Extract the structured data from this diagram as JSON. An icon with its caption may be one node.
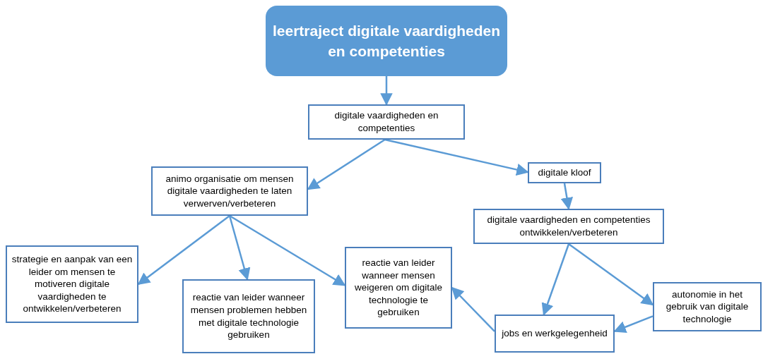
{
  "diagram": {
    "nodes": [
      {
        "text": [
          "leertraject digitale vaardigheden en competenties"
        ]
      },
      {
        "text": [
          "digitale vaardigheden en competenties"
        ]
      },
      {
        "text": [
          "animo organisatie om mensen digitale vaardigheden te laten verwerven/verbeteren"
        ]
      },
      {
        "text": [
          "digitale kloof"
        ]
      },
      {
        "text": [
          "digitale vaardigheden en competenties ontwikkelen/verbeteren"
        ]
      },
      {
        "text": [
          "strategie en aanpak van een leider om mensen te motiveren digitale vaardigheden te ontwikkelen/verbeteren"
        ]
      },
      {
        "text": [
          "reactie van leider wanneer mensen problemen hebben met digitale technologie gebruiken"
        ]
      },
      {
        "text": [
          "reactie van leider wanneer mensen weigeren om digitale technologie te gebruiken"
        ]
      },
      {
        "text": [
          "jobs en werkgelegenheid"
        ]
      },
      {
        "text": [
          "autonomie in het gebruik van digitale technologie"
        ]
      }
    ],
    "edges": [
      {
        "from": 0,
        "to": 1,
        "arrow": "to"
      },
      {
        "from": 1,
        "to": 2,
        "arrow": "to"
      },
      {
        "from": 1,
        "to": 3,
        "arrow": "to"
      },
      {
        "from": 3,
        "to": 4,
        "arrow": "to"
      },
      {
        "from": 2,
        "to": 5,
        "arrow": "to"
      },
      {
        "from": 2,
        "to": 6,
        "arrow": "to"
      },
      {
        "from": 2,
        "to": 7,
        "arrow": "to"
      },
      {
        "from": 4,
        "to": 8,
        "arrow": "to"
      },
      {
        "from": 4,
        "to": 9,
        "arrow": "to"
      },
      {
        "from": 8,
        "to": 7,
        "arrow": "to"
      },
      {
        "from": 9,
        "to": 8,
        "arrow": "to"
      }
    ]
  }
}
